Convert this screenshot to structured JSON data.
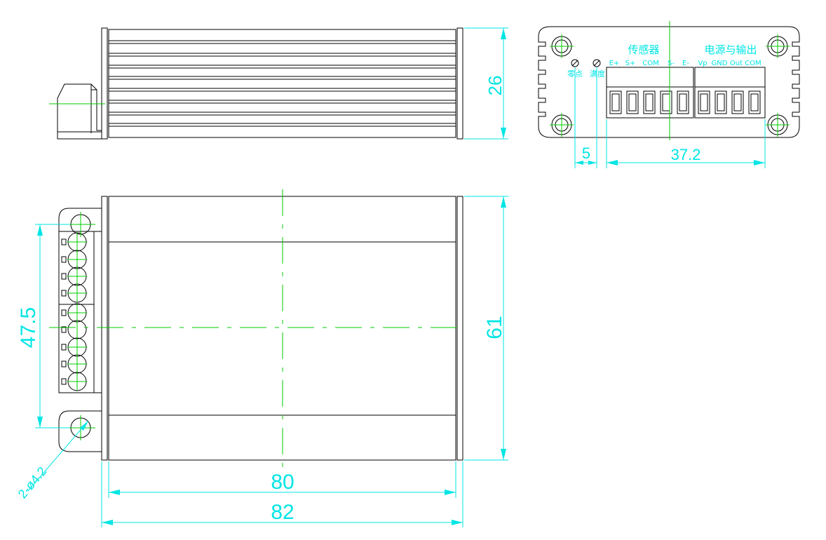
{
  "dimensions": {
    "height_side": "26",
    "screw_spacing": "5",
    "terminal_width": "37.2",
    "hole_spacing": "47.5",
    "width": "61",
    "body_length": "80",
    "total_length": "82",
    "hole_callout": "2-ø4.2"
  },
  "labels": {
    "sensor_group": "传感器",
    "power_group": "电源与输出",
    "zero_adjust": "零点",
    "span_adjust": "满度"
  },
  "terminals": {
    "sensor": [
      "E+",
      "S+",
      "COM",
      "S-",
      "E-"
    ],
    "power": [
      "Vp",
      "GND",
      "Out",
      "COM"
    ]
  },
  "colors": {
    "outline": "#000000",
    "dimension": "#00e5e5",
    "centerline": "#00cc00"
  }
}
